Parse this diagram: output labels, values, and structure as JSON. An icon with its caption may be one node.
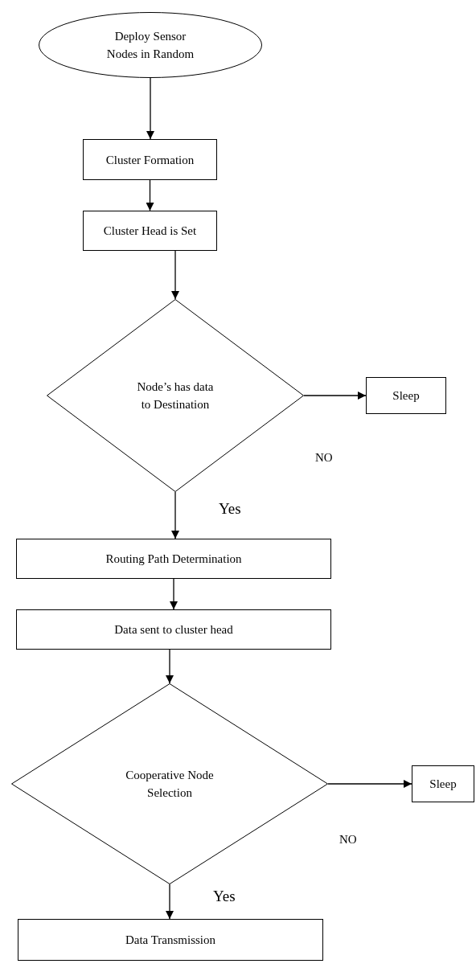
{
  "diagram": {
    "nodes": [
      {
        "text": [
          "Deploy Sensor Nodes in Random"
        ]
      },
      {
        "text": [
          "Cluster Formation"
        ]
      },
      {
        "text": [
          "Cluster Head is Set"
        ]
      },
      {
        "text": [
          "Node’s has data to Destination"
        ]
      },
      {
        "text": [
          "Sleep"
        ]
      },
      {
        "text": [
          "Routing Path Determination"
        ]
      },
      {
        "text": [
          "Data sent to cluster head"
        ]
      },
      {
        "text": [
          "Cooperative Node Selection"
        ]
      },
      {
        "text": [
          "Sleep"
        ]
      },
      {
        "text": [
          "Data Transmission"
        ]
      }
    ],
    "edges": [
      {
        "from": 0,
        "to": 1,
        "arrow": "to"
      },
      {
        "from": 1,
        "to": 2,
        "arrow": "to"
      },
      {
        "from": 2,
        "to": 3,
        "arrow": "to"
      },
      {
        "from": 3,
        "to": 4,
        "arrow": "to",
        "label": "NO"
      },
      {
        "from": 3,
        "to": 5,
        "arrow": "to",
        "label": "Yes"
      },
      {
        "from": 5,
        "to": 6,
        "arrow": "to"
      },
      {
        "from": 6,
        "to": 7,
        "arrow": "to"
      },
      {
        "from": 7,
        "to": 8,
        "arrow": "to",
        "label": "NO"
      },
      {
        "from": 7,
        "to": 9,
        "arrow": "to",
        "label": "Yes"
      }
    ]
  }
}
